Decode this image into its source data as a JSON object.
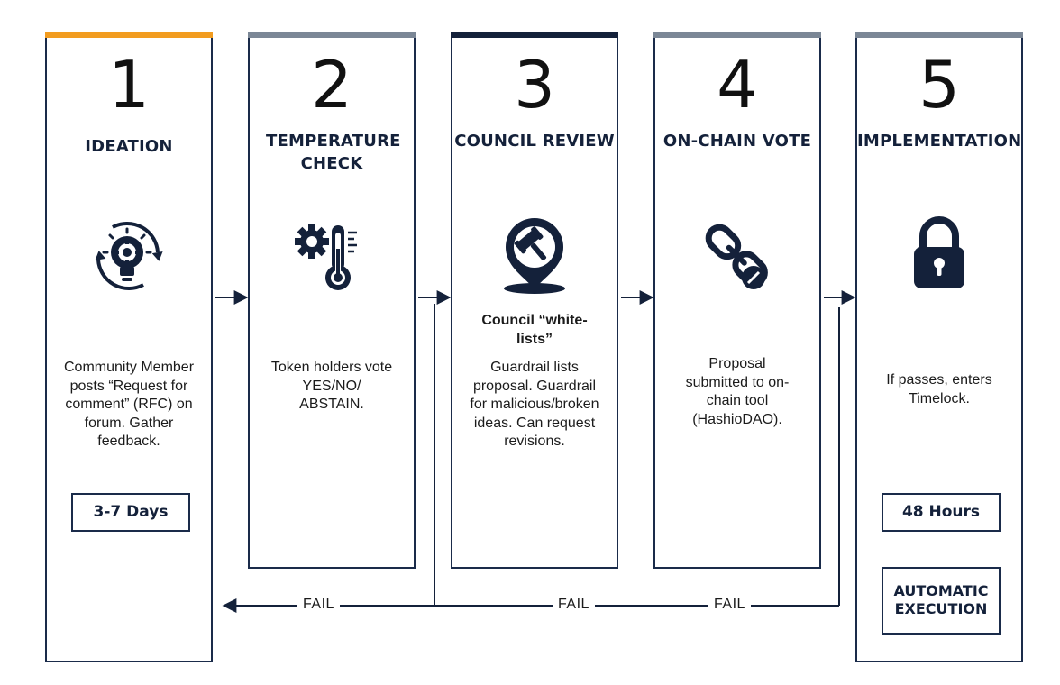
{
  "colors": {
    "accent_orange": "#f29c1f",
    "bar_gray": "#7b8796",
    "navy": "#14213a",
    "line": "#1a2b4a"
  },
  "stages": [
    {
      "number": "1",
      "title": "IDEATION",
      "icon": "lightbulb-gear-cycle-icon",
      "description": "Community Member posts “Request for comment” (RFC) on forum. Gather feedback.",
      "badge": "3-7 Days"
    },
    {
      "number": "2",
      "title": "TEMPERATURE CHECK",
      "icon": "gear-thermometer-icon",
      "description": "Token holders vote YES/NO/ ABSTAIN."
    },
    {
      "number": "3",
      "title": "COUNCIL REVIEW",
      "icon": "gavel-pin-icon",
      "description_bold": "Council “white-lists”",
      "description": "Guardrail lists proposal. Guardrail for malicious/broken ideas. Can request revisions."
    },
    {
      "number": "4",
      "title": "ON-CHAIN VOTE",
      "icon": "chain-link-icon",
      "description": "Proposal submitted to on-chain tool (HashioDAO)."
    },
    {
      "number": "5",
      "title": "IMPLEMENTATION",
      "icon": "padlock-icon",
      "description": "If passes, enters Timelock.",
      "badge": "48 Hours",
      "badge2": "AUTOMATIC EXECUTION"
    }
  ],
  "fail_labels": [
    "FAIL",
    "FAIL",
    "FAIL"
  ]
}
